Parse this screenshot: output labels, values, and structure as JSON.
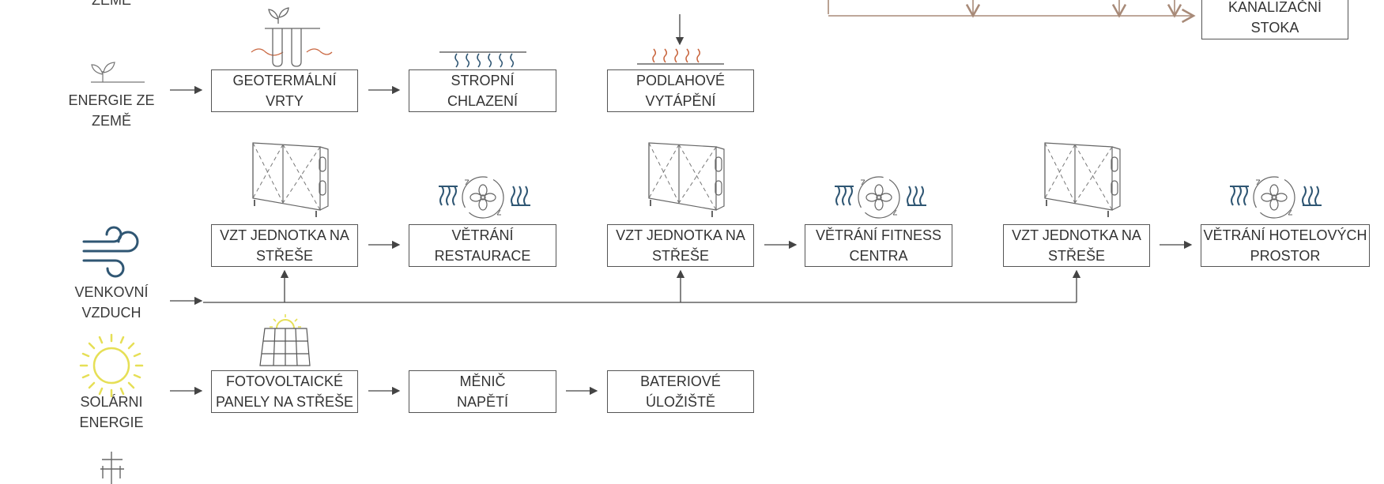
{
  "sources": {
    "top_cut": "ZEMĚ",
    "earth": [
      "ENERGIE ZE",
      "ZEMĚ"
    ],
    "air": [
      "VENKOVNÍ",
      "VZDUCH"
    ],
    "solar": [
      "SOLÁRNI",
      "ENERGIE"
    ]
  },
  "boxes": {
    "sewer": [
      "KANALIZAČNÍ",
      "STOKA"
    ],
    "geothermal": [
      "GEOTERMÁLNÍ",
      "VRTY"
    ],
    "ceiling_cooling": [
      "STROPNÍ",
      "CHLAZENÍ"
    ],
    "floor_heating": [
      "PODLAHOVÉ",
      "VYTÁPĚNÍ"
    ],
    "ahu_1": [
      "VZT JEDNOTKA NA",
      "STŘEŠE"
    ],
    "vent_restaurant": [
      "VĚTRÁNÍ",
      "RESTAURACE"
    ],
    "ahu_2": [
      "VZT JEDNOTKA NA",
      "STŘEŠE"
    ],
    "vent_fitness": [
      "VĚTRÁNÍ FITNESS",
      "CENTRA"
    ],
    "ahu_3": [
      "VZT JEDNOTKA NA",
      "STŘEŠE"
    ],
    "vent_hotel": [
      "VĚTRÁNÍ HOTELOVÝCH",
      "PROSTOR"
    ],
    "pv_panels": [
      "FOTOVOLTAICKÉ",
      "PANELY NA STŘEŠE"
    ],
    "inverter": [
      "MĚNIČ",
      "NAPĚTÍ"
    ],
    "battery": [
      "BATERIOVÉ",
      "ÚLOŽIŠTĚ"
    ]
  },
  "icons": [
    "plant-icon",
    "geothermal-probe-icon",
    "ceiling-cooling-icon",
    "floor-heating-icon",
    "wind-icon",
    "ahu-unit-icon",
    "fan-ventilation-icon",
    "sun-icon",
    "solar-panel-icon",
    "power-pole-icon"
  ],
  "colors": {
    "line": "#444444",
    "accent_brown": "#a88a78",
    "accent_orange": "#c9663f",
    "accent_blue": "#2f5673",
    "accent_yellow": "#e6df56"
  }
}
